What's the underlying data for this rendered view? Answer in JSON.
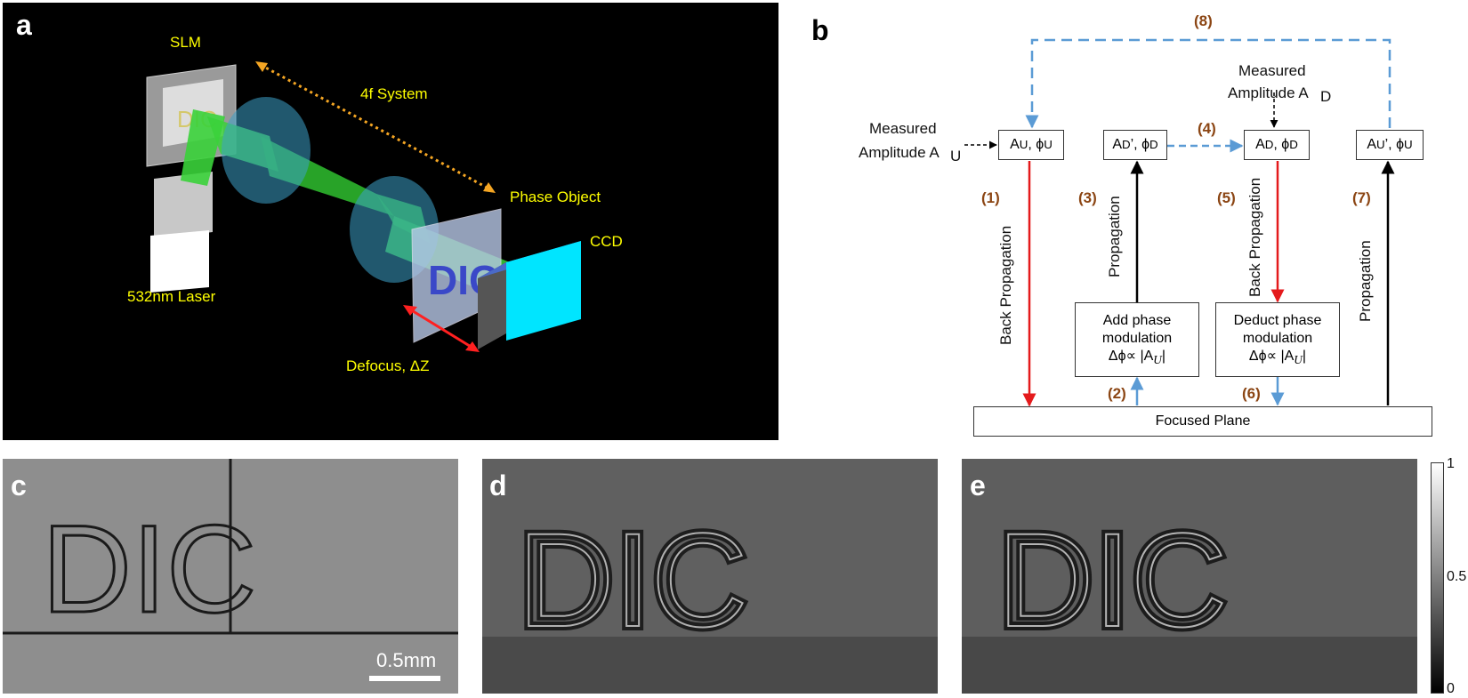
{
  "panels": {
    "a": "a",
    "b": "b",
    "c": "c",
    "d": "d",
    "e": "e"
  },
  "setup": {
    "slm": "SLM",
    "system": "4f System",
    "phase_object": "Phase Object",
    "ccd": "CCD",
    "laser": "532nm Laser",
    "defocus": "Defocus, ΔZ",
    "object_text": "DIC"
  },
  "flow": {
    "step8": "(8)",
    "measured_u_line1": "Measured",
    "measured_u_line2": "Amplitude A",
    "measured_u_sub": "U",
    "measured_d_line1": "Measured",
    "measured_d_line2": "Amplitude A",
    "measured_d_sub": "D",
    "box_u": "A",
    "box_u_phi": "ϕ",
    "box_u_sub": "U",
    "box_dp": "A",
    "box_dp_phi": "ϕ",
    "box_dp_sub": "D",
    "box_d": "A",
    "box_d_phi": "ϕ",
    "box_d_sub": "D",
    "box_up": "A",
    "box_up_phi": "ϕ",
    "box_up_sub": "U",
    "step1": "(1)",
    "step2": "(2)",
    "step3": "(3)",
    "step4": "(4)",
    "step5": "(5)",
    "step6": "(6)",
    "step7": "(7)",
    "back_prop": "Back Propagation",
    "prop": "Propagation",
    "back_prop2": "Back Propagation",
    "prop2": "Propagation",
    "add_line1": "Add phase",
    "add_line2": "modulation",
    "add_line3": "Δϕ∝ |A",
    "deduct_line1": "Deduct phase",
    "deduct_line2": "modulation",
    "deduct_line3": "Δϕ∝ |A",
    "focused": "Focused Plane"
  },
  "images": {
    "scalebar": "0.5mm",
    "letters": "DIC"
  },
  "colorbar": {
    "max": "1",
    "mid": "0.5",
    "min": "0"
  },
  "colors": {
    "red_arrow": "#e41a1c",
    "blue_arrow": "#5b9bd5",
    "step_label": "#8B4513",
    "annot_yellow": "#ffff00"
  }
}
